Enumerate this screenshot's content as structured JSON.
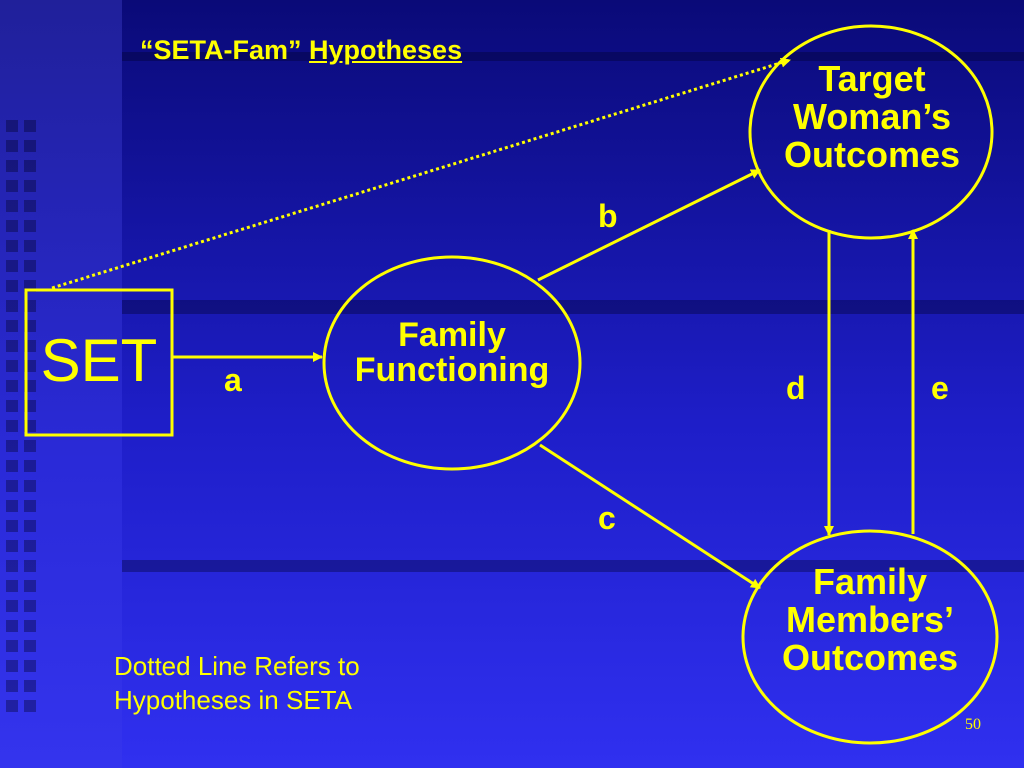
{
  "slide": {
    "title_prefix": "“SETA-Fam”",
    "title_underlined": "Hypotheses",
    "page_number": "50"
  },
  "nodes": {
    "set": "SET",
    "family_functioning_line1": "Family",
    "family_functioning_line2": "Functioning",
    "target_line1": "Target",
    "target_line2": "Woman’s",
    "target_line3": "Outcomes",
    "members_line1": "Family",
    "members_line2": "Members’",
    "members_line3": "Outcomes"
  },
  "edges": {
    "a": "a",
    "b": "b",
    "c": "c",
    "d": "d",
    "e": "e"
  },
  "note": {
    "line1": "Dotted Line Refers to",
    "line2": "Hypotheses in SETA"
  },
  "colors": {
    "foreground": "#ffff00",
    "background": "#1e1ec8"
  }
}
